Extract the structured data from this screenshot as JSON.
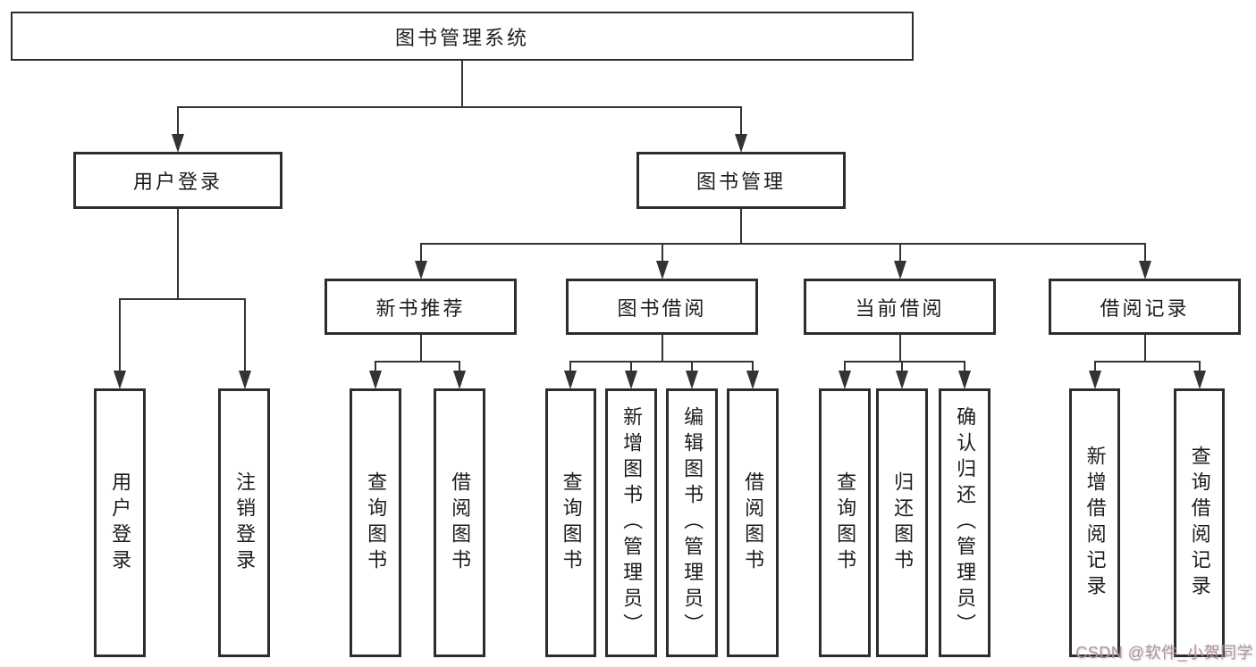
{
  "diagram": {
    "colors": {
      "background": "#ffffff",
      "line": "#333333",
      "box_border": "#2d2d2d",
      "text": "#1d1d1d",
      "watermark_gray": "#9c9c9c",
      "watermark_tint": "#f19ca8"
    },
    "tree": {
      "root": {
        "label": "图书管理系统",
        "children": [
          {
            "label": "用户登录",
            "children": [
              {
                "label": "用户登录"
              },
              {
                "label": "注销登录"
              }
            ]
          },
          {
            "label": "图书管理",
            "children": [
              {
                "label": "新书推荐",
                "children": [
                  {
                    "label": "查询图书"
                  },
                  {
                    "label": "借阅图书"
                  }
                ]
              },
              {
                "label": "图书借阅",
                "children": [
                  {
                    "label": "查询图书"
                  },
                  {
                    "label": "新增图书（管理员）"
                  },
                  {
                    "label": "编辑图书（管理员）"
                  },
                  {
                    "label": "借阅图书"
                  }
                ]
              },
              {
                "label": "当前借阅",
                "children": [
                  {
                    "label": "查询图书"
                  },
                  {
                    "label": "归还图书"
                  },
                  {
                    "label": "确认归还（管理员）"
                  }
                ]
              },
              {
                "label": "借阅记录",
                "children": [
                  {
                    "label": "新增借阅记录"
                  },
                  {
                    "label": "查询借阅记录"
                  }
                ]
              }
            ]
          }
        ]
      }
    },
    "watermark": {
      "text": "CSDN @软件_小贺同学"
    }
  }
}
